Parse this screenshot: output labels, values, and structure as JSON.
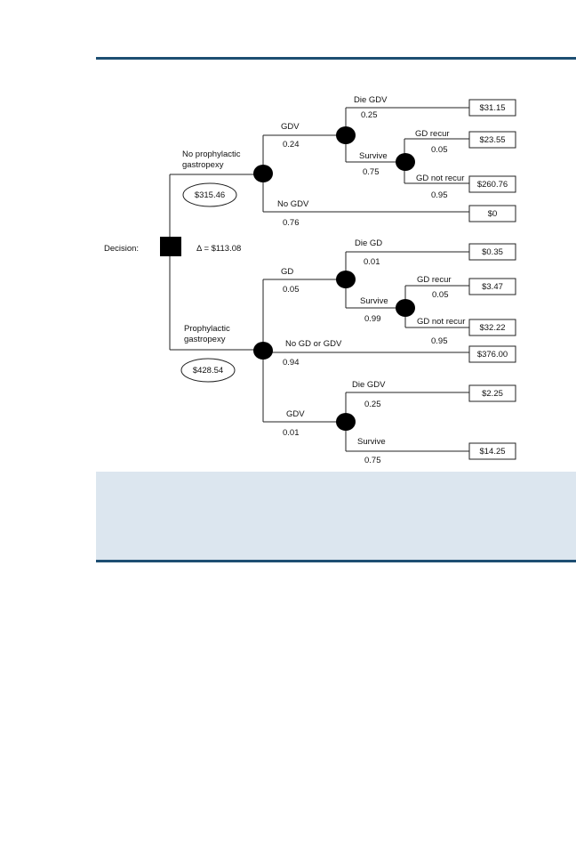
{
  "decision_label": "Decision:",
  "delta": "Δ = $113.08",
  "no_prophylactic": {
    "label_line1": "No prophylactic",
    "label_line2": "gastropexy",
    "expected_cost": "$315.46",
    "gdv_label": "GDV",
    "gdv_prob": "0.24",
    "die_label": "Die GDV",
    "die_prob": "0.25",
    "die_cost": "$31.15",
    "survive_label": "Survive",
    "survive_prob": "0.75",
    "recur_label": "GD recur",
    "recur_prob": "0.05",
    "recur_cost": "$23.55",
    "notrecur_label": "GD not recur",
    "notrecur_prob": "0.95",
    "notrecur_cost": "$260.76",
    "nogdv_label": "No GDV",
    "nogdv_prob": "0.76",
    "nogdv_cost": "$0"
  },
  "prophylactic": {
    "label_line1": "Prophylactic",
    "label_line2": "gastropexy",
    "expected_cost": "$428.54",
    "gd_label": "GD",
    "gd_prob": "0.05",
    "die_label": "Die GD",
    "die_prob": "0.01",
    "die_cost": "$0.35",
    "survive_label": "Survive",
    "survive_prob": "0.99",
    "recur_label": "GD recur",
    "recur_prob": "0.05",
    "recur_cost": "$3.47",
    "notrecur_label": "GD not recur",
    "notrecur_prob": "0.95",
    "notrecur_cost": "$32.22",
    "none_label": "No  GD or GDV",
    "none_prob": "0.94",
    "none_cost": "$376.00",
    "gdv_label": "GDV",
    "gdv_prob": "0.01",
    "gdv_die_label": "Die GDV",
    "gdv_die_prob": "0.25",
    "gdv_die_cost": "$2.25",
    "gdv_survive_label": "Survive",
    "gdv_survive_prob": "0.75",
    "gdv_survive_cost": "$14.25"
  }
}
